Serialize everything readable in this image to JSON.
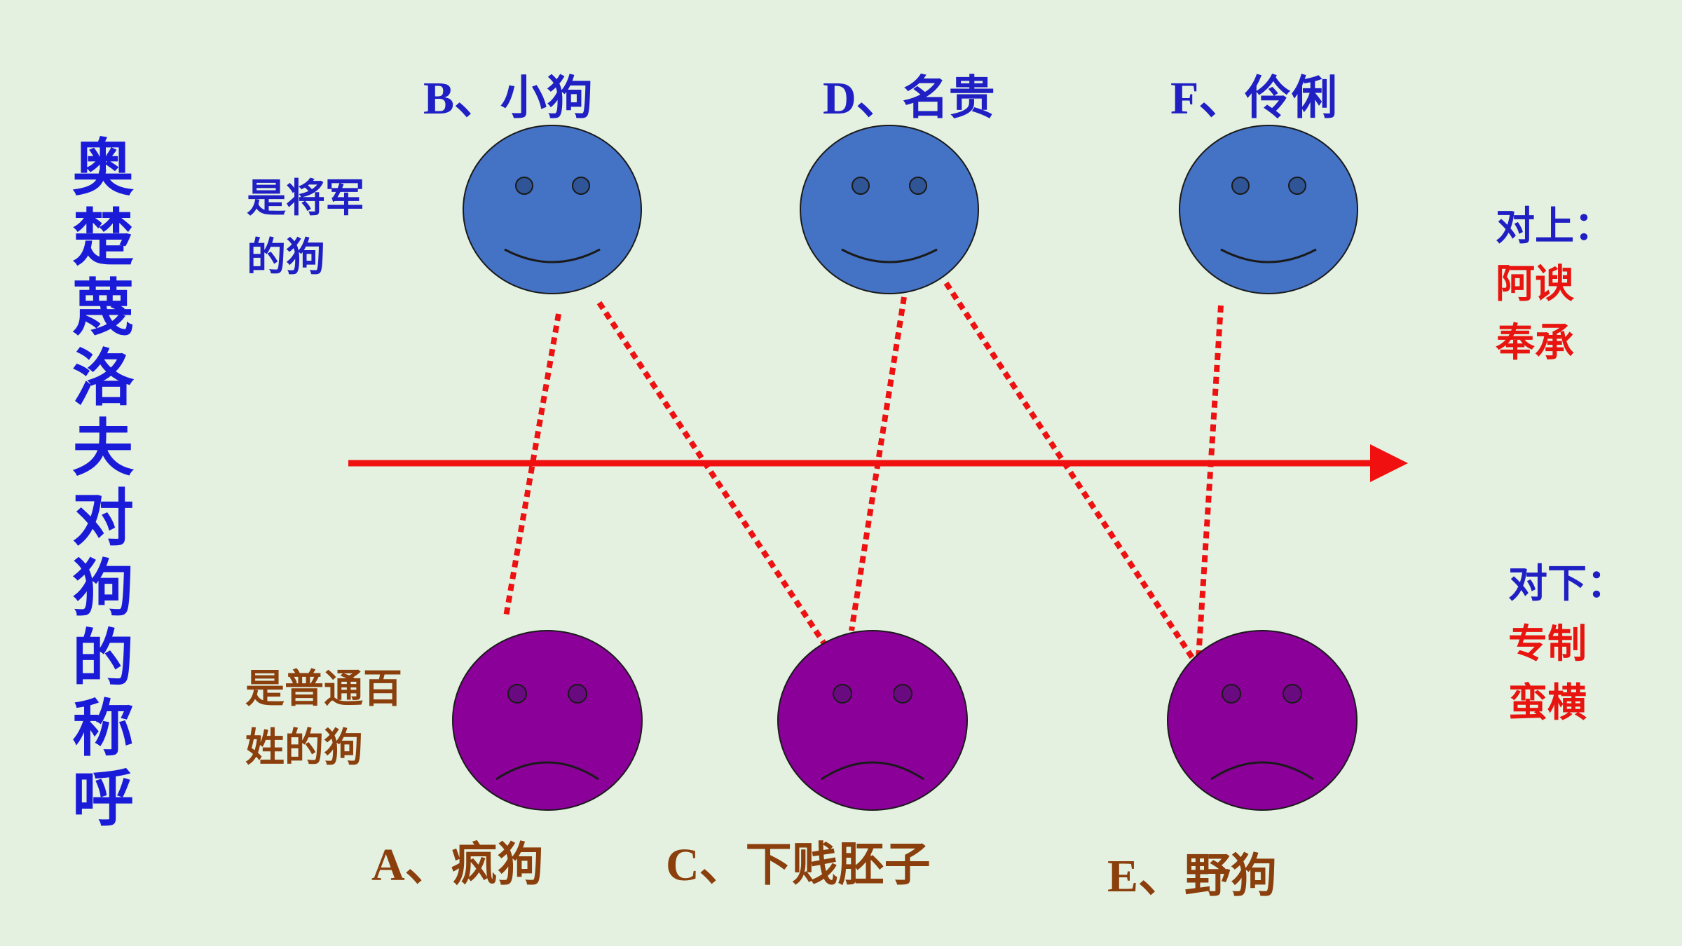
{
  "title_chars": [
    "奥",
    "楚",
    "蔑",
    "洛",
    "夫",
    "对",
    "狗",
    "的",
    "称",
    "呼"
  ],
  "top_faces": [
    {
      "label": "B、小狗"
    },
    {
      "label": "D、名贵"
    },
    {
      "label": "F、伶俐"
    }
  ],
  "bottom_faces": [
    {
      "label": "A、疯狗"
    },
    {
      "label": "C、下贱胚子"
    },
    {
      "label": "E、野狗"
    }
  ],
  "group_top": {
    "line1": "是将军",
    "line2": "的狗"
  },
  "group_bottom": {
    "line1": "是普通百",
    "line2": "姓的狗"
  },
  "side_up": {
    "heading": "对上：",
    "line1": "阿谀",
    "line2": "奉承"
  },
  "side_down": {
    "heading": "对下：",
    "line1": "专制",
    "line2": "蛮横"
  },
  "connections": [
    [
      "B",
      "A"
    ],
    [
      "B",
      "C"
    ],
    [
      "D",
      "C"
    ],
    [
      "D",
      "E"
    ],
    [
      "F",
      "E"
    ]
  ],
  "colors": {
    "background": "#e4f1e1",
    "top_face": "#4472c4",
    "bottom_face": "#8b0099",
    "arrow": "#f01010",
    "dotted_line": "#ee1111",
    "title": "#1a1ad9",
    "blue_text": "#1f1fc4",
    "brown_text": "#8a3f0c",
    "red_text": "#e8140f"
  }
}
